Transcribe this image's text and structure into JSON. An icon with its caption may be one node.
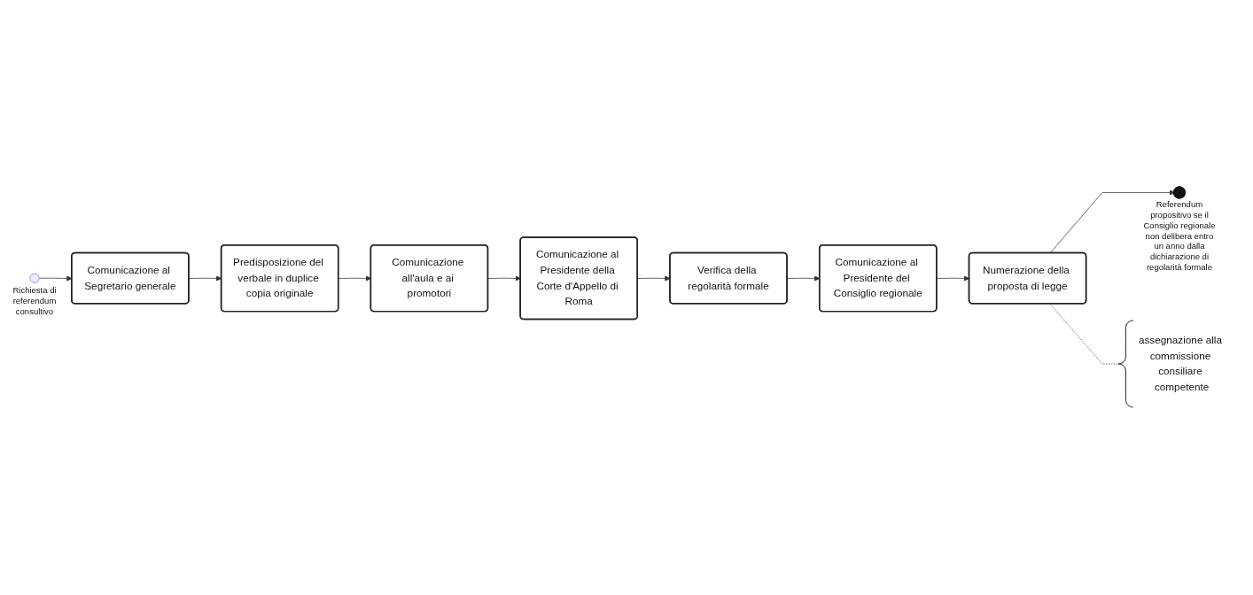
{
  "diagram": {
    "nodes": [
      {
        "text": [],
        "shape": "circle",
        "beside": [
          "Richiesta di referendum consultivo"
        ]
      },
      {
        "text": [
          "Comunicazione al Segretario generale"
        ]
      },
      {
        "text": [
          "Predisposizione del verbale in duplice copia originale"
        ]
      },
      {
        "text": [
          "Comunicazione all'aula e ai promotori"
        ]
      },
      {
        "text": [
          "Comunicazione al Presidente della Corte d'Appello di Roma"
        ]
      },
      {
        "text": [
          "Verifica della regolarità formale"
        ]
      },
      {
        "text": [
          "Comunicazione al Presidente del Consiglio regionale"
        ]
      },
      {
        "text": [
          "Numerazione della proposta di legge"
        ]
      },
      {
        "text": [],
        "shape": "circle",
        "beside": [
          "Referendum propositivo se il Consiglio regionale non delibera entro un anno dalla dichiarazione di regolarità formale"
        ]
      },
      {
        "text": [
          "assegnazione alla commissione consiliare competente"
        ]
      }
    ],
    "edges": [
      {
        "from": 0,
        "to": 1,
        "arrow": "to"
      },
      {
        "from": 1,
        "to": 2,
        "arrow": "to"
      },
      {
        "from": 2,
        "to": 3,
        "arrow": "to"
      },
      {
        "from": 3,
        "to": 4,
        "arrow": "to"
      },
      {
        "from": 4,
        "to": 5,
        "arrow": "to"
      },
      {
        "from": 5,
        "to": 6,
        "arrow": "to"
      },
      {
        "from": 6,
        "to": 7,
        "arrow": "to"
      },
      {
        "from": 7,
        "to": 8,
        "arrow": "to"
      },
      {
        "from": 7,
        "to": 9,
        "arrow": "none",
        "style": "dashed"
      }
    ]
  }
}
